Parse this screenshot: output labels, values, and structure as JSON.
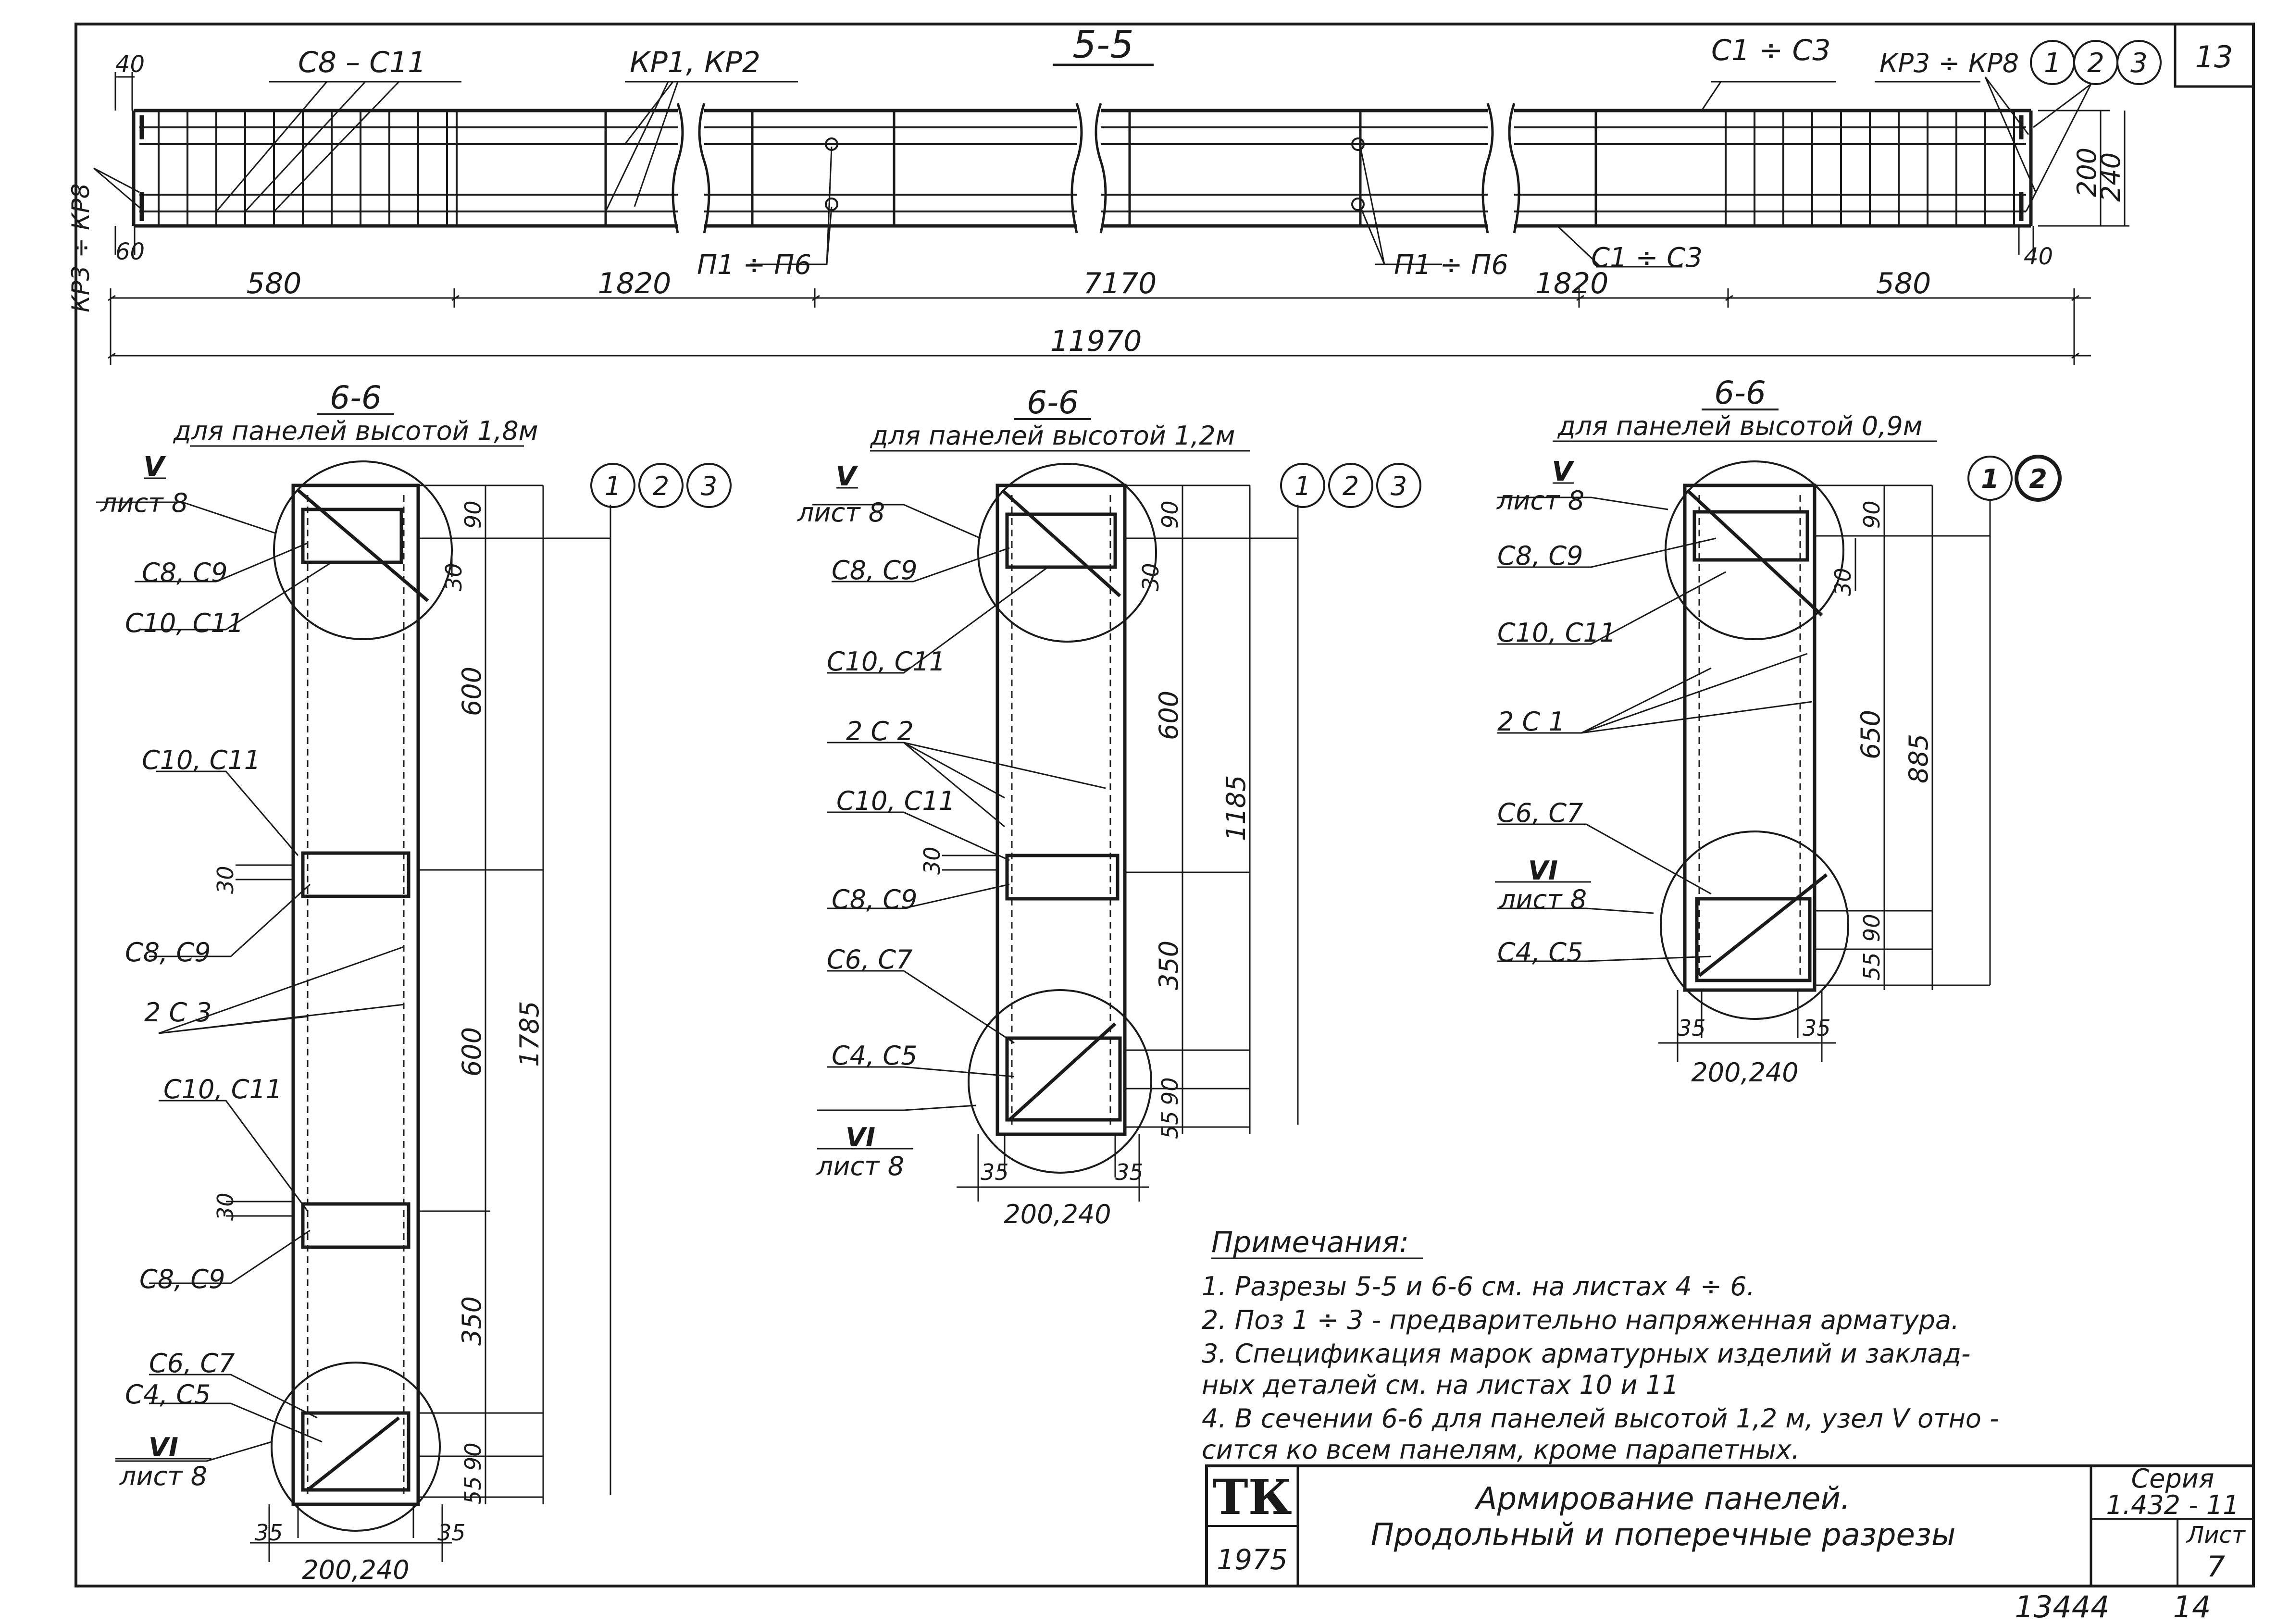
{
  "sheet_number": "13",
  "longitudinal_section": {
    "title": "5-5",
    "labels": {
      "c8_c11": "С8 – С11",
      "kp1_kp2": "КР1, КР2",
      "c1_c3_top": "С1 ÷ С3",
      "kp3_kp8_top": "КР3 ÷ КР8",
      "kp3_kp8_left": "КР3 ÷ КР8",
      "p1_p6_left": "П1 ÷ П6",
      "p1_p6_right": "П1 ÷ П6",
      "c1_c3_bottom": "С1 ÷ С3"
    },
    "markers": [
      "1",
      "2",
      "3"
    ],
    "dims": {
      "d40_left": "40",
      "d60_left": "60",
      "d40_right": "40",
      "h200": "200",
      "h240": "240",
      "seg_580_left": "580",
      "seg_1820_left": "1820",
      "seg_7170": "7170",
      "seg_1820_right": "1820",
      "seg_580_right": "580",
      "total": "11970"
    }
  },
  "section_18": {
    "title": "6-6",
    "subtitle": "для панелей высотой 1,8м",
    "node_ref_top_numeral": "V",
    "node_ref_top_sheet": "лист 8",
    "node_ref_bottom_numeral": "VI",
    "node_ref_bottom_sheet": "лист 8",
    "markers": [
      "1",
      "2",
      "3"
    ],
    "labels": {
      "c8_c9_a": "С8, С9",
      "c10_c11_a": "С10, С11",
      "c10_c11_b": "С10, С11",
      "c8_c9_b": "С8, С9",
      "c3": "2 С 3",
      "c10_c11_c": "С10, С11",
      "c8_c9_c": "С8, С9",
      "c6_c7": "С6, С7",
      "c4_c5": "С4, С5"
    },
    "dims": {
      "d90_top": "90",
      "d30_top": "30",
      "d600_a": "600",
      "d30_mid": "30",
      "d600_b": "600",
      "d1785": "1785",
      "d30_low": "30",
      "d350": "350",
      "d90_bot": "90",
      "d55": "55",
      "d35_l": "35",
      "d35_r": "35",
      "width": "200,240"
    }
  },
  "section_12": {
    "title": "6-6",
    "subtitle": "для панелей высотой 1,2м",
    "node_ref_top_numeral": "V",
    "node_ref_top_sheet": "лист 8",
    "node_ref_bottom_numeral": "VI",
    "node_ref_bottom_sheet": "лист 8",
    "markers": [
      "1",
      "2",
      "3"
    ],
    "labels": {
      "c8_c9_a": "С8, С9",
      "c10_c11_a": "С10, С11",
      "c2": "2 С 2",
      "c10_c11_b": "С10, С11",
      "c8_c9_b": "С8, С9",
      "c6_c7": "С6, С7",
      "c4_c5": "С4, С5"
    },
    "dims": {
      "d90_top": "90",
      "d30_top": "30",
      "d600": "600",
      "d1185": "1185",
      "d30_mid": "30",
      "d350": "350",
      "d90_bot": "90",
      "d55": "55",
      "d35_l": "35",
      "d35_r": "35",
      "width": "200,240"
    }
  },
  "section_09": {
    "title": "6-6",
    "subtitle": "для панелей высотой 0,9м",
    "node_ref_top_numeral": "V",
    "node_ref_top_sheet": "лист 8",
    "node_ref_bottom_numeral": "VI",
    "node_ref_bottom_sheet": "лист 8",
    "markers": [
      "1",
      "2"
    ],
    "labels": {
      "c8_c9": "С8, С9",
      "c10_c11": "С10, С11",
      "c1": "2 С 1",
      "c6_c7": "С6, С7",
      "c4_c5": "С4, С5"
    },
    "dims": {
      "d90_top": "90",
      "d30": "30",
      "d650": "650",
      "d885": "885",
      "d90_bot": "90",
      "d55": "55",
      "d35_l": "35",
      "d35_r": "35",
      "width": "200,240"
    }
  },
  "notes": {
    "heading": "Примечания:",
    "lines": [
      "1.  Разрезы 5-5 и 6-6 см. на листах 4 ÷ 6.",
      "2.  Поз 1 ÷ 3 - предварительно напряженная арматура.",
      "3.  Спецификация марок арматурных изделий и заклад-",
      "     ных деталей см. на листах   10 и 11",
      "4.  В сечении 6-6 для панелей высотой 1,2 м, узел V отно -",
      "     сится ко всем панелям, кроме парапетных."
    ]
  },
  "title_block": {
    "logo": "ТК",
    "year": "1975",
    "title_line1": "Армирование панелей.",
    "title_line2": "Продольный и поперечные   разрезы",
    "series_label": "Серия",
    "series_value": "1.432 - 11",
    "sheet_label": "Лист",
    "sheet_value": "7"
  },
  "bottom_stamp": {
    "inventory": "13444",
    "page": "14"
  }
}
